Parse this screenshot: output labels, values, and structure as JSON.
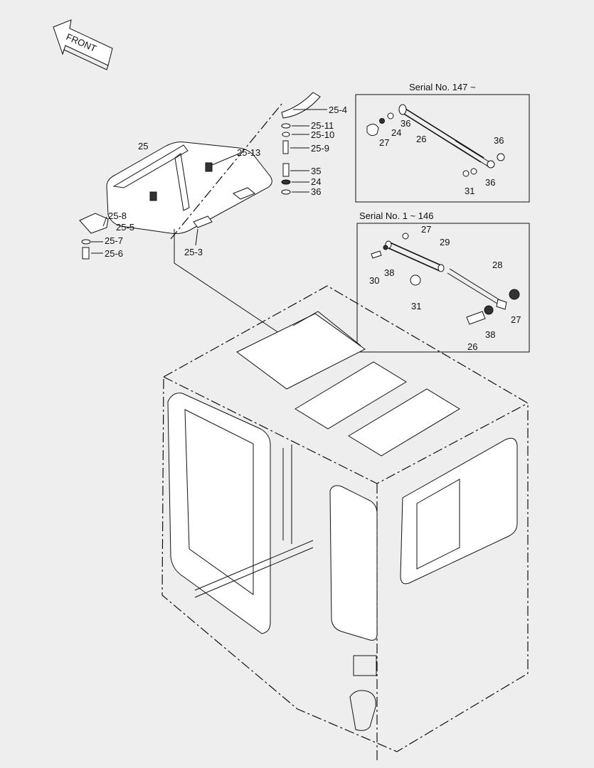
{
  "front_arrow": {
    "label": "FRONT"
  },
  "boxes": {
    "serial_147": {
      "header": "Serial No. 147 ~"
    },
    "serial_1_146": {
      "header": "Serial No. 1 ~ 146"
    }
  },
  "labels": {
    "l25_4": "25-4",
    "l25_11": "25-11",
    "l25_10": "25-10",
    "l25_9": "25-9",
    "l35": "35",
    "l24_main": "24",
    "l36_main": "36",
    "l25": "25",
    "l25_13": "25-13",
    "l25_8": "25-8",
    "l25_5": "25-5",
    "l25_7": "25-7",
    "l25_6": "25-6",
    "l25_3": "25-3",
    "b1_36a": "36",
    "b1_24": "24",
    "b1_27": "27",
    "b1_26": "26",
    "b1_36b": "36",
    "b1_31": "31",
    "b1_36c": "36",
    "b2_27a": "27",
    "b2_29": "29",
    "b2_30": "30",
    "b2_38a": "38",
    "b2_28": "28",
    "b2_31": "31",
    "b2_27b": "27",
    "b2_38b": "38",
    "b2_26": "26"
  }
}
